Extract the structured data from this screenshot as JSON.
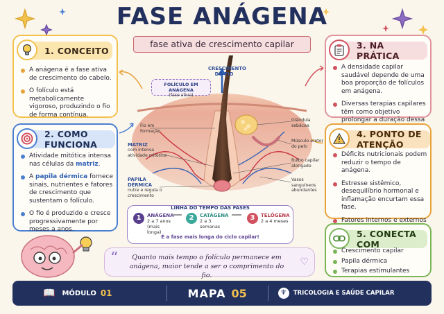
{
  "title": "FASE ANÁGENA",
  "subtitle": "fase ativa de crescimento capilar",
  "colors": {
    "navy": "#22305e",
    "yellow": "#f2c14e",
    "blue": "#4a7fd1",
    "red": "#d1515f",
    "orange": "#e8a23a",
    "green": "#7ab557",
    "purple": "#8c6bc3"
  },
  "card1": {
    "number_title": "1. CONCEITO",
    "icon": "lightbulb-icon",
    "items": [
      "A anágena é a fase ativa de crescimento do cabelo.",
      "O folículo está metabolicamente vigoroso, produzindo o fio de forma contínua."
    ]
  },
  "card2": {
    "number_title": "2. COMO FUNCIONA",
    "icon": "target-icon",
    "item1_pre": "Atividade mitótica intensa nas células da ",
    "item1_hl": "matriz",
    "item1_post": ".",
    "item2_pre": "A ",
    "item2_hl": "papila dérmica",
    "item2_post": " fornece sinais, nutrientes e fatores de crescimento que sustentam o folículo.",
    "item3": "O fio é produzido e cresce progressivamente por meses a anos."
  },
  "card3": {
    "number_title": "3. NA PRÁTICA",
    "icon": "clipboard-icon",
    "items": [
      "A densidade capilar saudável depende de uma boa proporção de folículos em anágena.",
      "Diversas terapias capilares têm como objetivo prolongar a duração dessa fase."
    ]
  },
  "card4": {
    "number_title": "4. PONTO DE ATENÇÃO",
    "icon": "warning-icon",
    "items": [
      "Déficits nutricionais podem reduzir o tempo de anágena.",
      "Estresse sistêmico, desequilíbrio hormonal e inflamação encurtam essa fase.",
      "Fatores internos e externos podem interromper o crescimento ativo do cabelo."
    ]
  },
  "card5": {
    "number_title": "5. CONECTA COM",
    "icon": "link-icon",
    "items": [
      "Crescimento capilar",
      "Papila dérmica",
      "Terapias estimulantes"
    ]
  },
  "diagram": {
    "growth_label": "CRESCIMENTO DO FIO",
    "follicle_title": "FOLÍCULO EM ANÁGENA",
    "follicle_sub": "(fase ativa)",
    "fio_formacao": "Fio em formação",
    "matriz_title": "MATRIZ",
    "matriz_sub": "com intensa atividade mitótica",
    "papila_title": "PAPILA DÉRMICA",
    "papila_sub": "nutre e regula o crescimento",
    "glandula": "Glândula sebácea",
    "musculo": "Músculo eretor do pelo",
    "bulbo": "Bulbo capilar alongado",
    "vasos": "Vasos sanguíneos abundantes"
  },
  "timeline": {
    "title": "LINHA DO TEMPO DAS FASES",
    "steps": [
      {
        "num": "1",
        "name": "ANÁGENA",
        "desc": "2 a 7 anos (mais longa)",
        "color": "#5a3f8f"
      },
      {
        "num": "2",
        "name": "CATÁGENA",
        "desc": "2 a 3 semanas",
        "color": "#3aa89a"
      },
      {
        "num": "3",
        "name": "TELÓGENA",
        "desc": "2 a 4 meses",
        "color": "#d1515f"
      }
    ],
    "note": "É a fase mais longa do ciclo capilar!"
  },
  "quote": "Quanto mais tempo o folículo permanece em anágena, maior tende a ser o comprimento do fio.",
  "footer": {
    "modulo_label": "MÓDULO",
    "modulo_num": "01",
    "mapa_label": "MAPA",
    "mapa_num": "05",
    "course": "TRICOLOGIA E SAÚDE CAPILAR"
  }
}
